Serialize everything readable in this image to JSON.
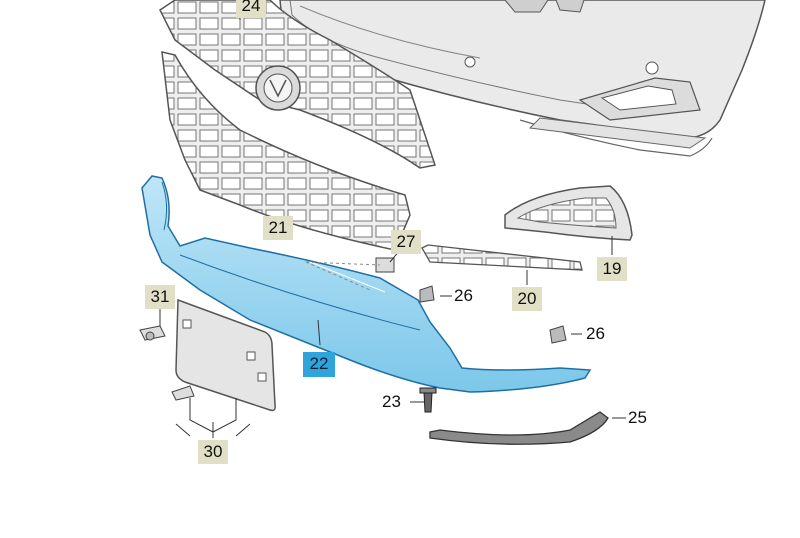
{
  "diagram": {
    "type": "exploded-parts-view",
    "callouts": {
      "p19": "19",
      "p20": "20",
      "p21": "21",
      "p22": "22",
      "p23": "23",
      "p24": "24",
      "p25": "25",
      "p26a": "26",
      "p26b": "26",
      "p27": "27",
      "p30": "30",
      "p31": "31"
    },
    "highlighted_part": "22",
    "colors": {
      "highlight": "#2fa3db",
      "callout_bg": "#e1dfc6",
      "part_fill": "#ececec",
      "outline": "#555555"
    }
  }
}
